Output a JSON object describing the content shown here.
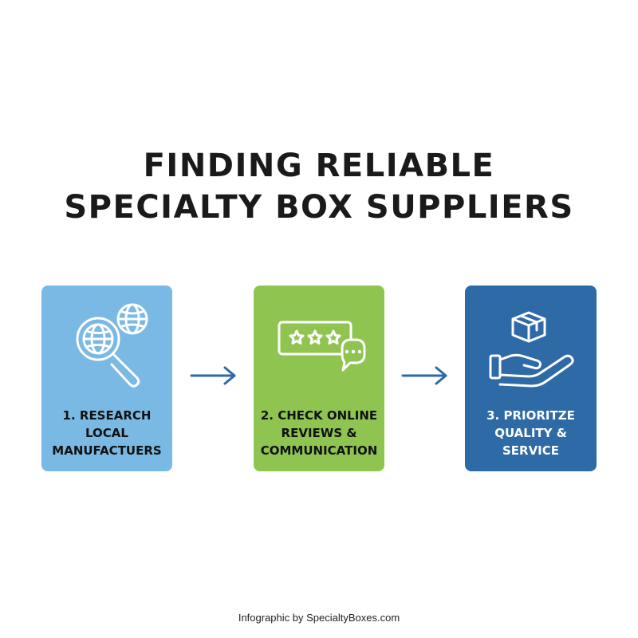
{
  "title": {
    "line1": "FINDING RELIABLE",
    "line2": "SPECIALTY BOX SUPPLIERS"
  },
  "steps": [
    {
      "lines": [
        "1. RESEARCH",
        "LOCAL",
        "MANUFACTUERS"
      ],
      "icon": "globe-search-icon",
      "color": "#7ab9e3"
    },
    {
      "lines": [
        "2. CHECK ONLINE",
        "REVIEWS &",
        "COMMUNICATION"
      ],
      "icon": "star-review-chat-icon",
      "color": "#8fc451"
    },
    {
      "lines": [
        "3. PRIORITZE",
        "QUALITY &",
        "SERVICE"
      ],
      "icon": "hand-box-icon",
      "color": "#2e6aa6"
    }
  ],
  "connectors": [
    "arrow-right-icon",
    "arrow-right-icon"
  ],
  "footer": "Infographic by SpecialtyBoxes.com"
}
